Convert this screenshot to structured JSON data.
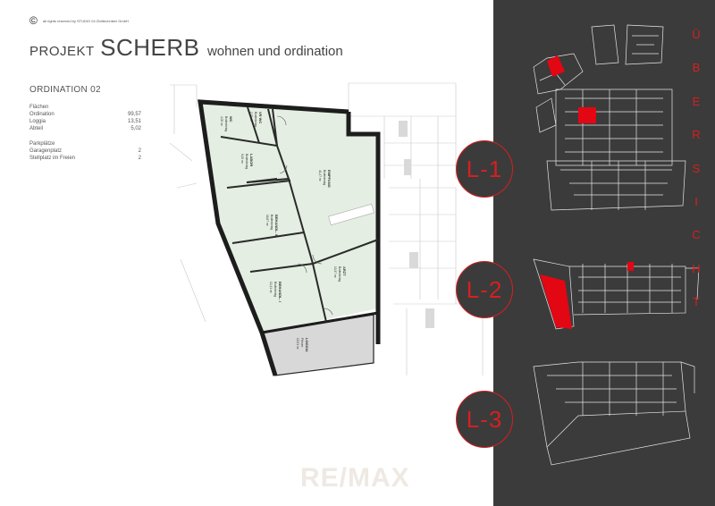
{
  "header": {
    "copyright_symbol": "©",
    "copyright_note": "all rights reserved by STUDIO 04 Ziviltechniker GmbH",
    "title_prefix": "PROJEKT",
    "title_main": "SCHERB",
    "title_suffix": "wohnen und ordination"
  },
  "unit": {
    "title": "ORDINATION 02",
    "areas_heading": "Flächen",
    "areas": [
      {
        "label": "Ordination",
        "value": "99,57"
      },
      {
        "label": "Loggia",
        "value": "13,51"
      },
      {
        "label": "Abteil",
        "value": "5,02"
      }
    ],
    "parking_heading": "Parkplätze",
    "parking": [
      {
        "label": "Garagenplatz",
        "value": "2"
      },
      {
        "label": "Stellplatz im Freien",
        "value": "2"
      }
    ]
  },
  "floorplan_rooms": [
    {
      "name": "EMPFANG",
      "sub": "Bodenbelag",
      "area": "41,47 m²"
    },
    {
      "name": "BEHANDL. II",
      "sub": "Bodenbelag",
      "area": "16,87 m²"
    },
    {
      "name": "BEHANDL. I",
      "sub": "Bodenbelag",
      "area": "12,41 m²"
    },
    {
      "name": "ARZT",
      "sub": "Bodenbelag",
      "area": "13,37 m²"
    },
    {
      "name": "LABOR",
      "sub": "Bodenbelag",
      "area": "8,20 m²"
    },
    {
      "name": "WC",
      "sub": "Bodenbelag",
      "area": "4,00 m²"
    },
    {
      "name": "VR WC",
      "sub": "Bodenbelag",
      "area": "2,73 m²"
    },
    {
      "name": "LOGGIA",
      "sub": "Fliesen",
      "area": "13,51 m²"
    }
  ],
  "watermark": "RE/MAX",
  "overview": {
    "vertical_label": [
      "Ü",
      "B",
      "E",
      "R",
      "S",
      "I",
      "C",
      "H",
      "T"
    ],
    "levels": [
      "L-1",
      "L-2",
      "L-3"
    ],
    "highlight_color": "#e30613",
    "accent_color": "#d71f1f",
    "panel_color": "#3b3b3b"
  }
}
